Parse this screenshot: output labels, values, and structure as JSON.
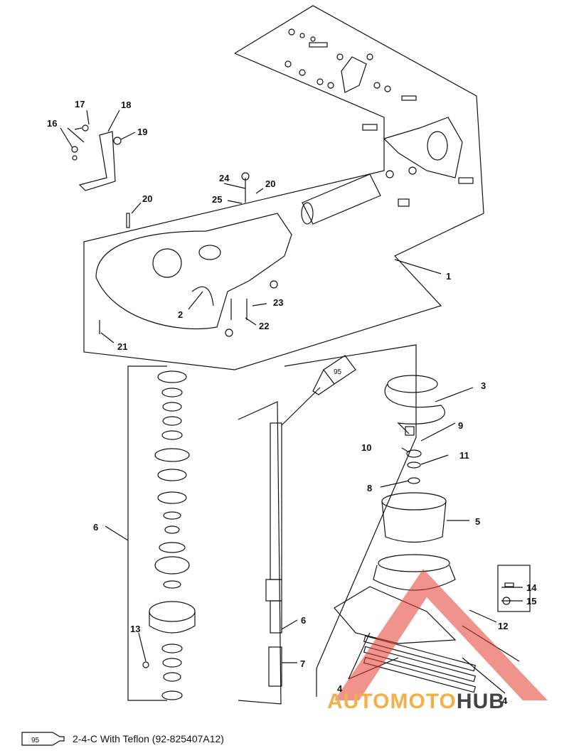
{
  "callouts": {
    "n1": "1",
    "n2": "2",
    "n3": "3",
    "n4a": "4",
    "n4b": "4",
    "n5": "5",
    "n6a": "6",
    "n6b": "6",
    "n7": "7",
    "n8": "8",
    "n9": "9",
    "n10": "10",
    "n11": "11",
    "n12": "12",
    "n13": "13",
    "n14": "14",
    "n15": "15",
    "n16": "16",
    "n17": "17",
    "n18": "18",
    "n19": "19",
    "n20a": "20",
    "n20b": "20",
    "n21": "21",
    "n22": "22",
    "n23": "23",
    "n24": "24",
    "n25": "25"
  },
  "tube": {
    "label": "95"
  },
  "legend": {
    "tube_label": "95",
    "text": "2-4-C  With Teflon (92-825407A12)"
  },
  "watermark": {
    "part1": "AUTOMOTO",
    "part2": "HUB",
    "accent_color": "#e23b2e",
    "text_color": "#f2b04a"
  }
}
